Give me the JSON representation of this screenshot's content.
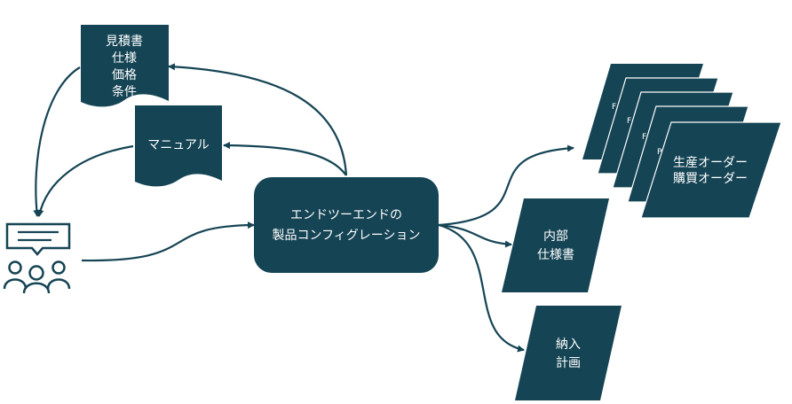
{
  "colors": {
    "shape_fill": "#154454",
    "text": "#ffffff",
    "background": "#ffffff"
  },
  "center_node": {
    "line1": "エンドツーエンドの",
    "line2": "製品コンフィグレーション"
  },
  "quote_doc": {
    "lines": [
      "見積書",
      "仕様",
      "価格",
      "条件"
    ]
  },
  "manual_doc": {
    "label": "マニュアル"
  },
  "customer": {
    "icon": "customer-chat-icon"
  },
  "orders_stack": {
    "tab_letters": [
      "F",
      "F",
      "F",
      "P"
    ],
    "line1": "生産オーダー",
    "line2": "購買オーダー"
  },
  "internal_spec": {
    "line1": "内部",
    "line2": "仕様書"
  },
  "delivery_plan": {
    "line1": "納入",
    "line2": "計画"
  }
}
